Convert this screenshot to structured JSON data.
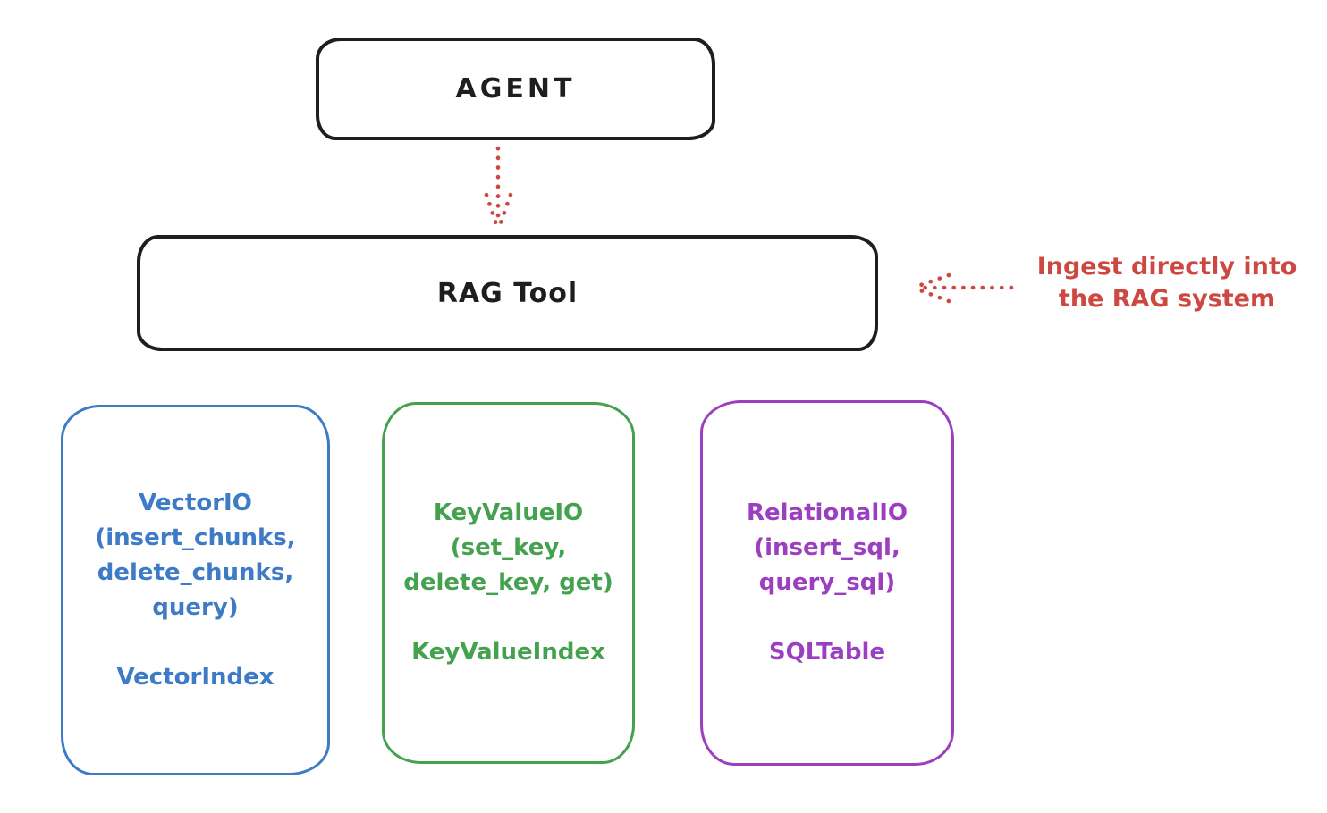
{
  "agent": {
    "label": "AGENT"
  },
  "rag_tool": {
    "label": "RAG Tool"
  },
  "annotation": {
    "line1": "Ingest directly into",
    "line2": "the RAG system"
  },
  "cards": [
    {
      "name": "vector-io",
      "io_lines": [
        "VectorIO",
        "(insert_chunks,",
        "delete_chunks,",
        "query)"
      ],
      "index_label": "VectorIndex",
      "color": "#3d7bc6"
    },
    {
      "name": "keyvalue-io",
      "io_lines": [
        "KeyValueIO",
        "(set_key,",
        "delete_key, get)"
      ],
      "index_label": "KeyValueIndex",
      "color": "#44a14e"
    },
    {
      "name": "relational-io",
      "io_lines": [
        "RelationalIO",
        "(insert_sql,",
        "query_sql)"
      ],
      "index_label": "SQLTable",
      "color": "#9b3fc0"
    }
  ],
  "icons": {
    "agent_to_rag": "dotted-arrow-down",
    "ingest": "dotted-arrow-left"
  },
  "colors": {
    "stroke": "#1e1e1e",
    "red": "#cd4840",
    "blue": "#3d7bc6",
    "green": "#44a14e",
    "purple": "#9b3fc0",
    "background": "#ffffff"
  }
}
